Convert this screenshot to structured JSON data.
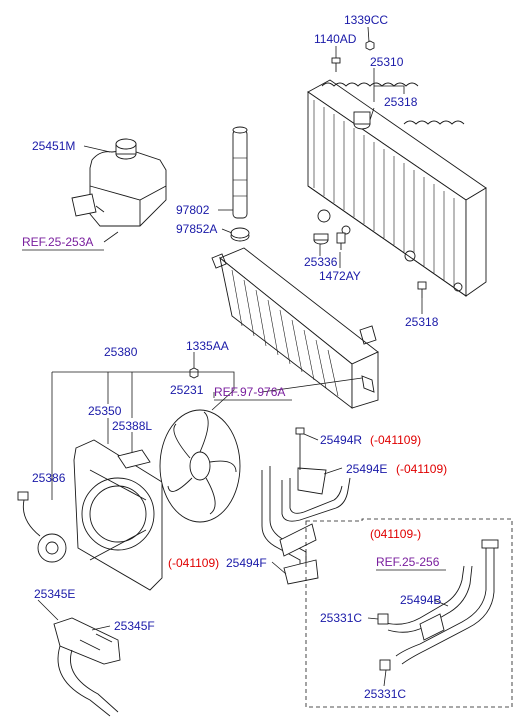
{
  "colors": {
    "part_no": "#1a1aa8",
    "ref": "#7a1f9e",
    "date": "#e00000",
    "line": "#1a1a1a"
  },
  "labels": {
    "p1339CC": "1339CC",
    "p1140AD": "1140AD",
    "p25310": "25310",
    "p25318_top": "25318",
    "p25451M": "25451M",
    "ref_25_253A": "REF.25-253A",
    "p97802": "97802",
    "p97852A": "97852A",
    "p25336": "25336",
    "p1472AY": "1472AY",
    "p25318_bot": "25318",
    "p25380": "25380",
    "p1335AA": "1335AA",
    "p25231": "25231",
    "ref_97_976A": "REF.97-976A",
    "p25350": "25350",
    "p25388L": "25388L",
    "p25386": "25386",
    "p25494R": "25494R",
    "date_25494R": "(-041109)",
    "p25494E": "25494E",
    "date_25494E": "(-041109)",
    "date_25494F": "(-041109)",
    "p25494F": "25494F",
    "date_box": "(041109-)",
    "ref_25_256": "REF.25-256",
    "p25494B": "25494B",
    "p25331C_top": "25331C",
    "p25331C_bot": "25331C",
    "p25345E": "25345E",
    "p25345F": "25345F"
  }
}
